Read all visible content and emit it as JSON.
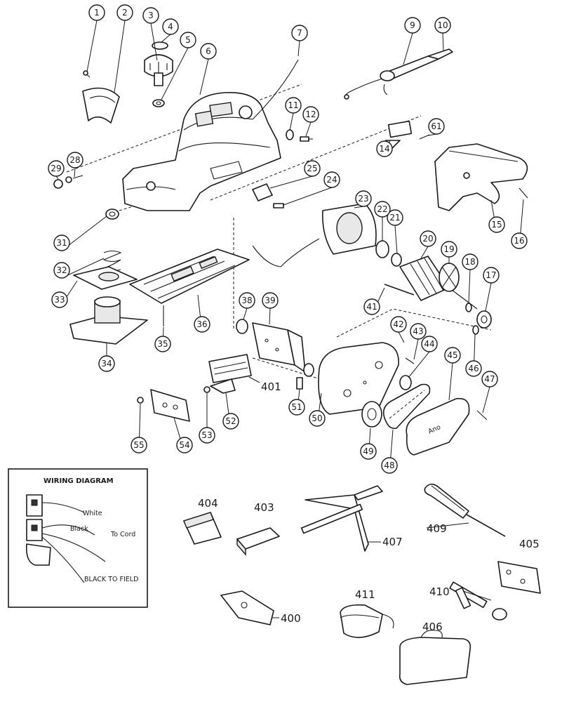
{
  "callouts": [
    "1",
    "2",
    "3",
    "4",
    "5",
    "6",
    "7",
    "9",
    "10",
    "11",
    "12",
    "14",
    "15",
    "16",
    "17",
    "18",
    "19",
    "20",
    "21",
    "22",
    "23",
    "24",
    "25",
    "28",
    "29",
    "31",
    "32",
    "33",
    "34",
    "35",
    "36",
    "38",
    "39",
    "41",
    "42",
    "43",
    "44",
    "45",
    "46",
    "47",
    "48",
    "49",
    "50",
    "51",
    "52",
    "53",
    "54",
    "55",
    "61"
  ],
  "free_labels": [
    "401",
    "404",
    "403",
    "407",
    "409",
    "405",
    "410",
    "411",
    "400",
    "406"
  ],
  "wiring_diagram": {
    "title": "WIRING DIAGRAM",
    "white": "White",
    "black": "Black",
    "to_cord": "To Cord",
    "black_to_field": "BLACK TO FIELD"
  },
  "brand_mark": "Ano"
}
